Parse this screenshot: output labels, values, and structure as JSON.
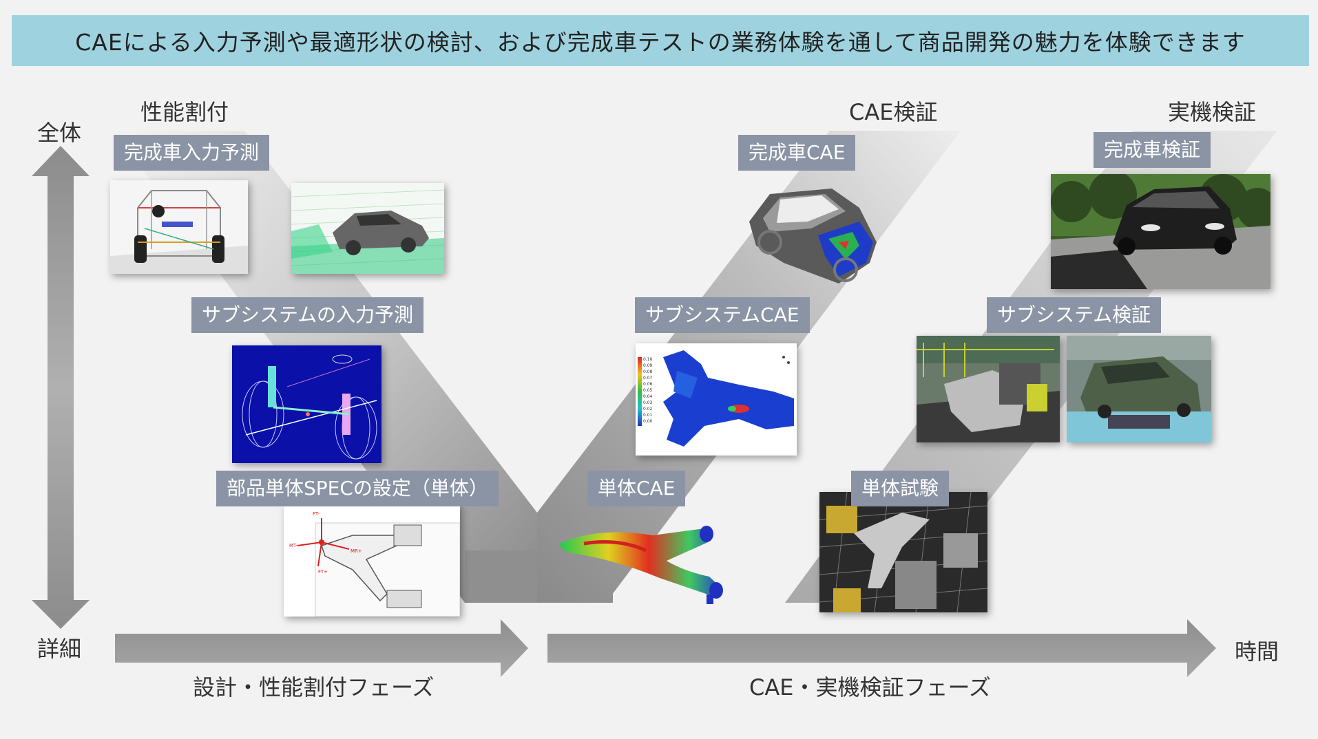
{
  "banner": "CAEによる入力予測や最適形状の検討、および完成車テストの業務体験を通して商品開発の魅力を体験できます",
  "axis": {
    "top": "全体",
    "bottom": "詳細",
    "time": "時間"
  },
  "sections": {
    "left_heading": "性能割付",
    "mid_heading": "CAE検証",
    "right_heading": "実機検証"
  },
  "tags": {
    "vehicle_input": "完成車入力予測",
    "subsystem_input": "サブシステムの入力予測",
    "part_spec": "部品単体SPECの設定（単体）",
    "single_cae": "単体CAE",
    "subsystem_cae": "サブシステムCAE",
    "vehicle_cae": "完成車CAE",
    "single_test": "単体試験",
    "subsystem_verify": "サブシステム検証",
    "vehicle_verify": "完成車検証"
  },
  "phases": {
    "design": "設計・性能割付フェーズ",
    "verify": "CAE・実機検証フェーズ"
  },
  "legend_values": [
    "0.10",
    "0.09",
    "0.08",
    "0.07",
    "0.06",
    "0.05",
    "0.04",
    "0.03",
    "0.02",
    "0.01",
    "0.00"
  ],
  "annotations": [
    "FT-",
    "MT-",
    "MR+",
    "FT+"
  ]
}
